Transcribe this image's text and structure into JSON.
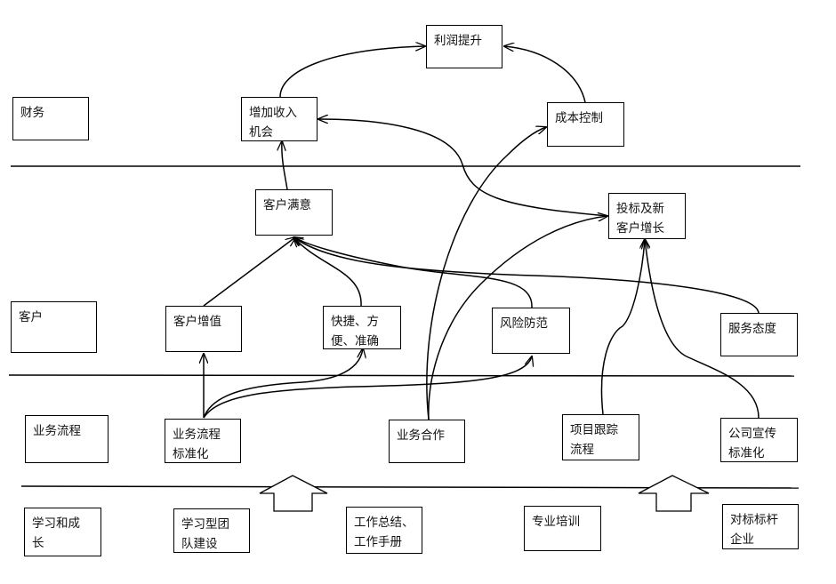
{
  "layers": {
    "finance": "财务",
    "customer": "客户",
    "process": "业务流程",
    "learning": "学习和成\n长"
  },
  "nodes": {
    "profit": "利润提升",
    "revenue": "增加收入\n机会",
    "cost": "成本控制",
    "satisfaction": "客户满意",
    "bidding": "投标及新\n客户增长",
    "value": "客户增值",
    "fast": "快捷、方\n便、准确",
    "risk": "风险防范",
    "service": "服务态度",
    "standard": "业务流程\n标准化",
    "cooperation": "业务合作",
    "tracking": "项目跟踪\n流程",
    "promotion": "公司宣传\n标准化",
    "team": "学习型团\n队建设",
    "summary": "工作总结、\n工作手册",
    "training": "专业培训",
    "benchmark": "对标标杆\n企业"
  }
}
